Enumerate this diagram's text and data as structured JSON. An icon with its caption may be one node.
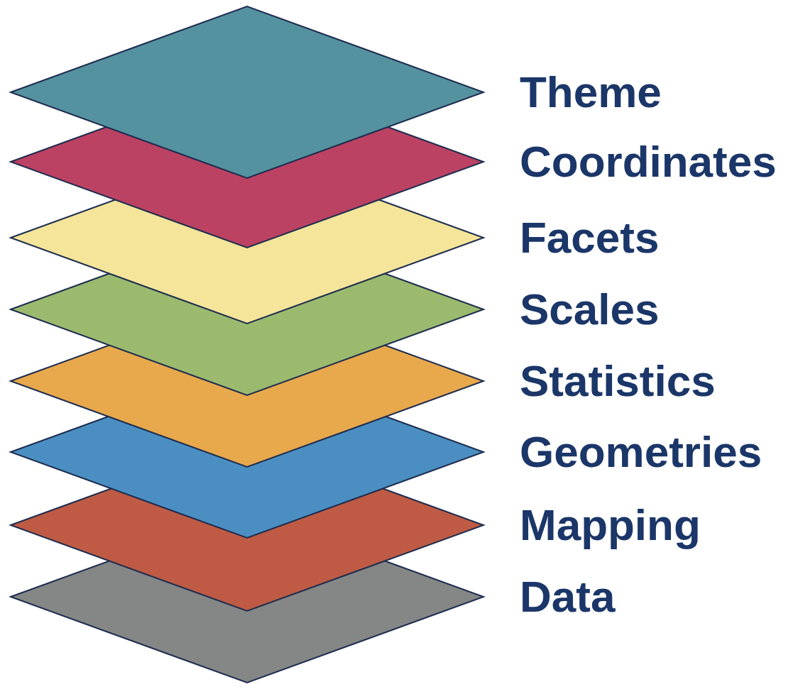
{
  "diagram": {
    "nodes": [
      {
        "text": [
          "Theme"
        ]
      },
      {
        "text": [
          "Coordinates"
        ]
      },
      {
        "text": [
          "Facets"
        ]
      },
      {
        "text": [
          "Scales"
        ]
      },
      {
        "text": [
          "Statistics"
        ]
      },
      {
        "text": [
          "Geometries"
        ]
      },
      {
        "text": [
          "Mapping"
        ]
      },
      {
        "text": [
          "Data"
        ]
      }
    ]
  }
}
